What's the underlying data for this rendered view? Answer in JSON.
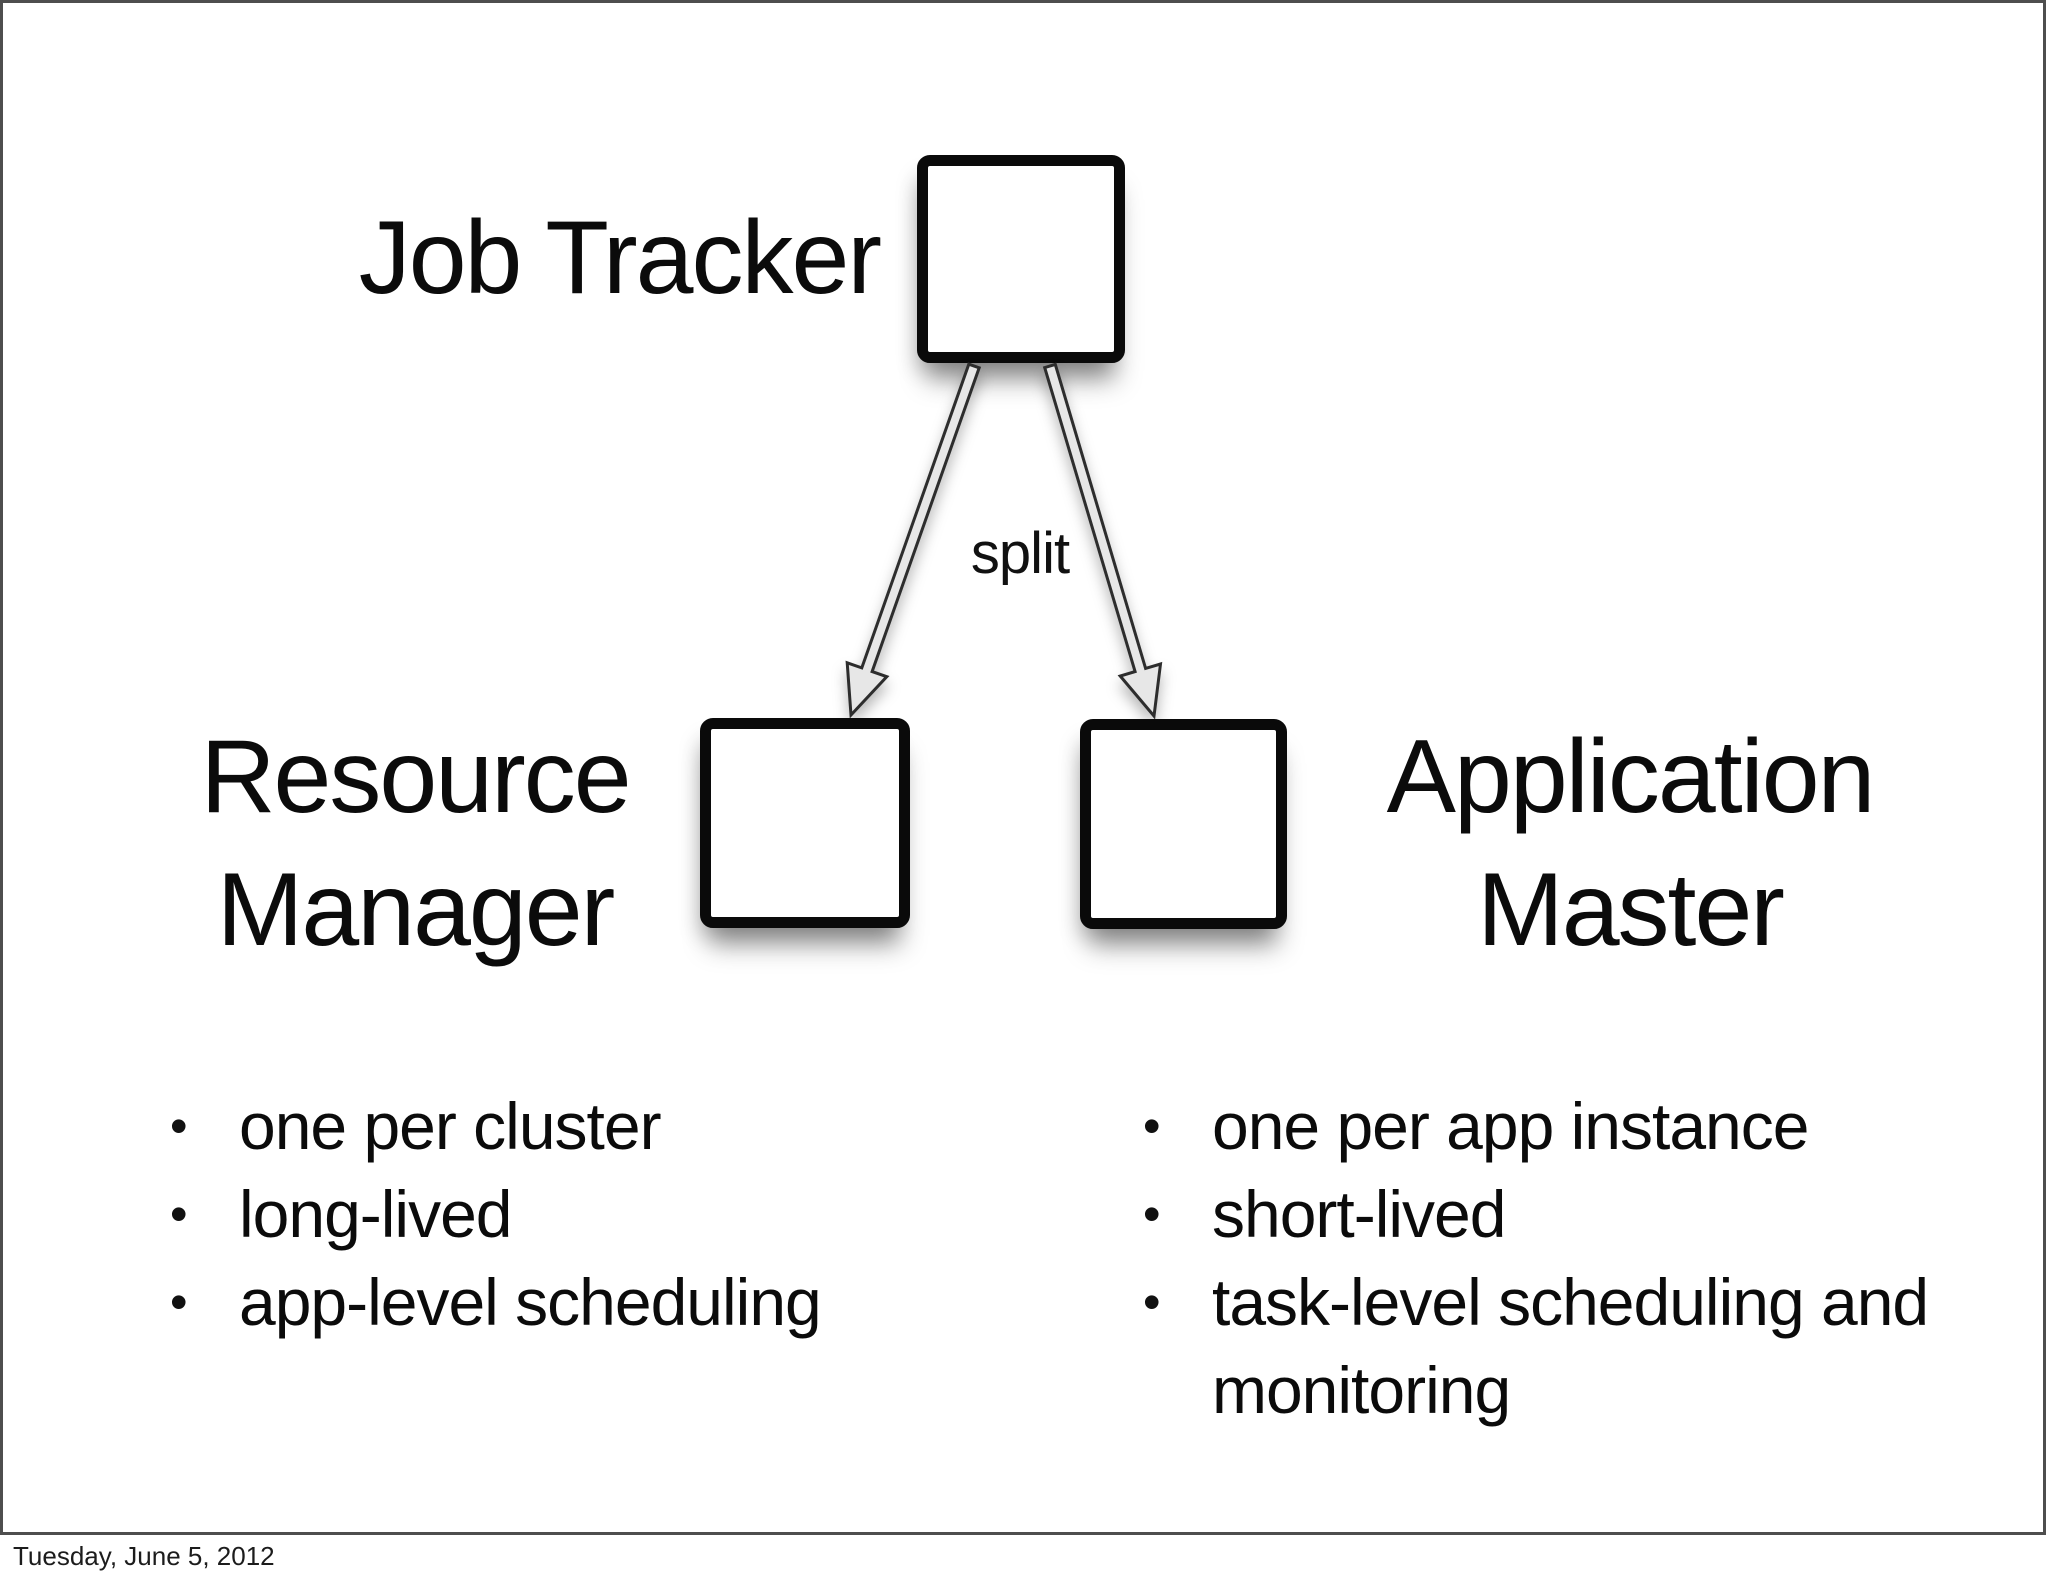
{
  "slide": {
    "background": "#ffffff",
    "frame_color": "#4e4e4e",
    "text_color": "#000000"
  },
  "nodes": {
    "job_tracker": {
      "label": "Job Tracker",
      "box_fill": "#ffffff",
      "box_border": "#0a0a0a"
    },
    "resource_manager": {
      "label": "Resource Manager",
      "box_fill": "#ffffff",
      "box_border": "#0a0a0a",
      "bullets": [
        "one per cluster",
        "long-lived",
        "app-level scheduling"
      ]
    },
    "application_master": {
      "label": "Application Master",
      "box_fill": "#ffffff",
      "box_border": "#0a0a0a",
      "bullets": [
        "one per app instance",
        "short-lived",
        "task-level scheduling and monitoring"
      ]
    }
  },
  "connector": {
    "label": "split",
    "arrow_fill": "#e7e7e7",
    "arrow_stroke": "#2d2d2d"
  },
  "footer": {
    "date": "Tuesday, June 5, 2012"
  }
}
